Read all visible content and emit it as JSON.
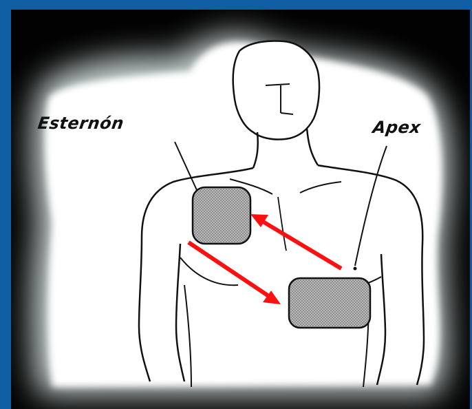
{
  "labels": {
    "left": "Esternón",
    "right": "Apex"
  },
  "colors": {
    "frame": "#0f5ea4",
    "background": "#020202",
    "glow": "#ffffff",
    "pad_fill": "#a8a8a8",
    "arrow": "#ff1010",
    "outline": "#111111"
  },
  "icons": {
    "pad_right_upper": "electrode-pad",
    "pad_apex": "electrode-pad",
    "arrows": "current-flow-arrows"
  }
}
